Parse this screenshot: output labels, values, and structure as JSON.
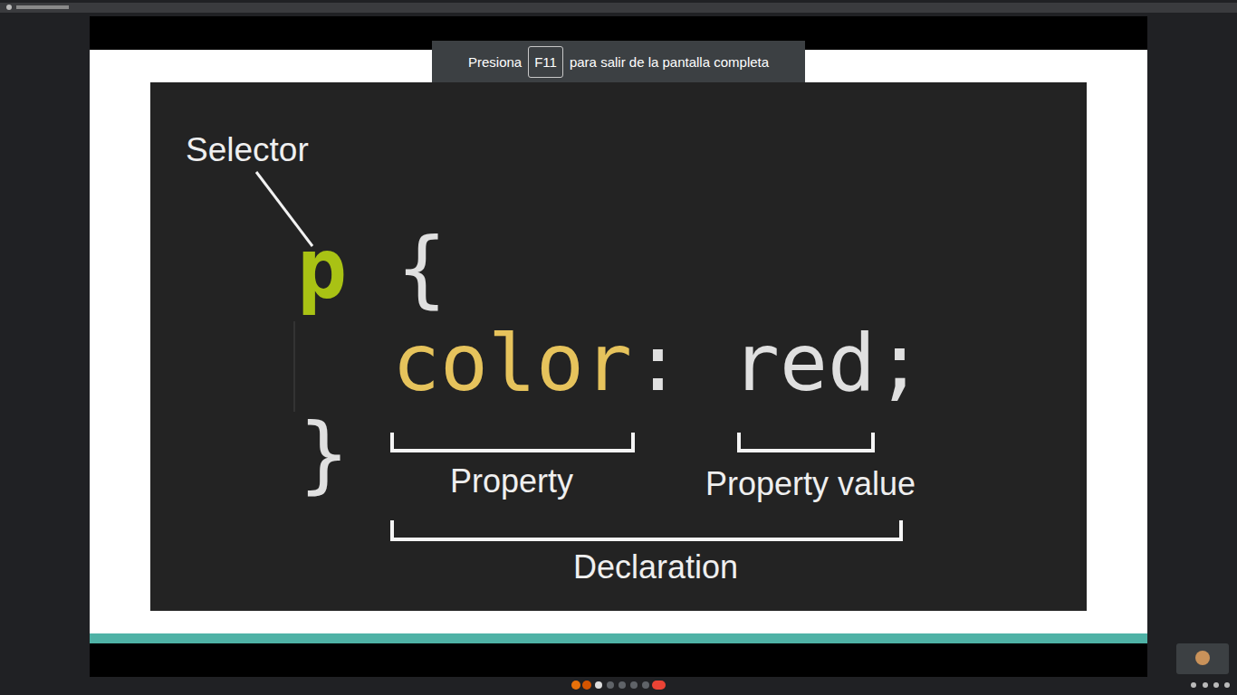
{
  "diagram": {
    "nodes": [
      {
        "text": [
          "Presiona",
          "para salir de la pantalla completa"
        ]
      },
      {
        "text": [
          "F11"
        ],
        "in": 0
      }
    ],
    "labels": [
      "Selector",
      "p",
      "{",
      "color",
      ":",
      "red;",
      "}",
      "Property",
      "Property value",
      "Declaration"
    ]
  }
}
